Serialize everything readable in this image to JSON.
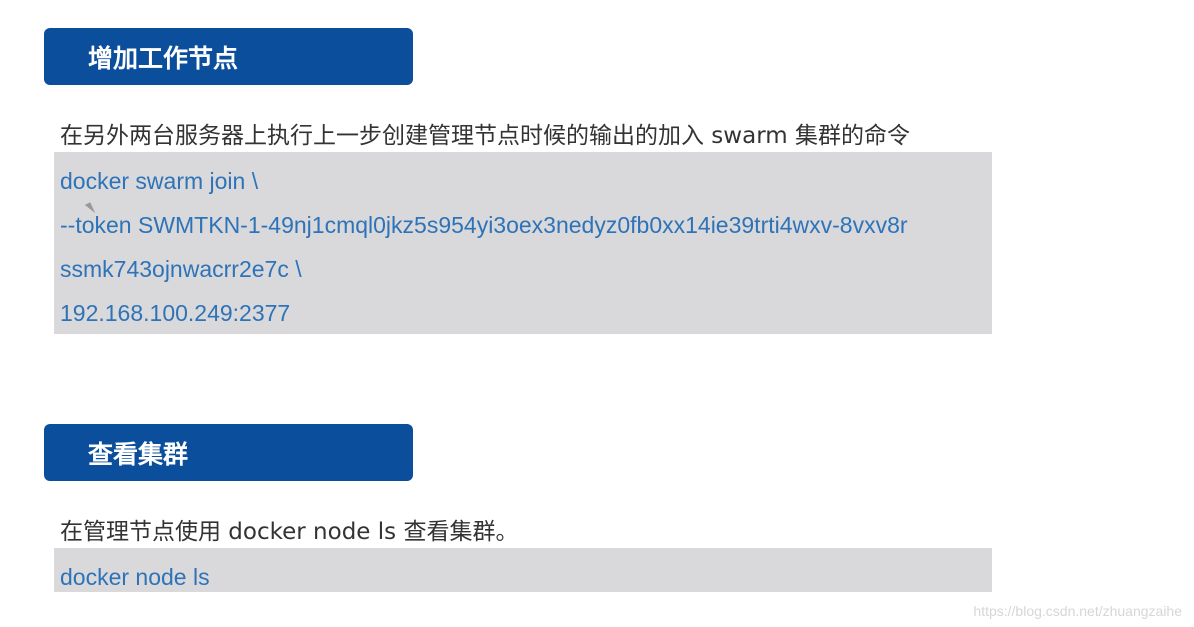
{
  "section1": {
    "title": "增加工作节点",
    "description": "在另外两台服务器上执行上一步创建管理节点时候的输出的加入 swarm 集群的命令",
    "code": [
      "docker swarm join \\",
      "--token SWMTKN-1-49nj1cmql0jkz5s954yi3oex3nedyz0fb0xx14ie39trti4wxv-8vxv8r",
      "ssmk743ojnwacrr2e7c \\",
      "192.168.100.249:2377"
    ]
  },
  "section2": {
    "title": "查看集群",
    "description": "在管理节点使用 docker node ls 查看集群。",
    "code": [
      "docker node ls"
    ]
  },
  "watermark": "https://blog.csdn.net/zhuangzaihe"
}
